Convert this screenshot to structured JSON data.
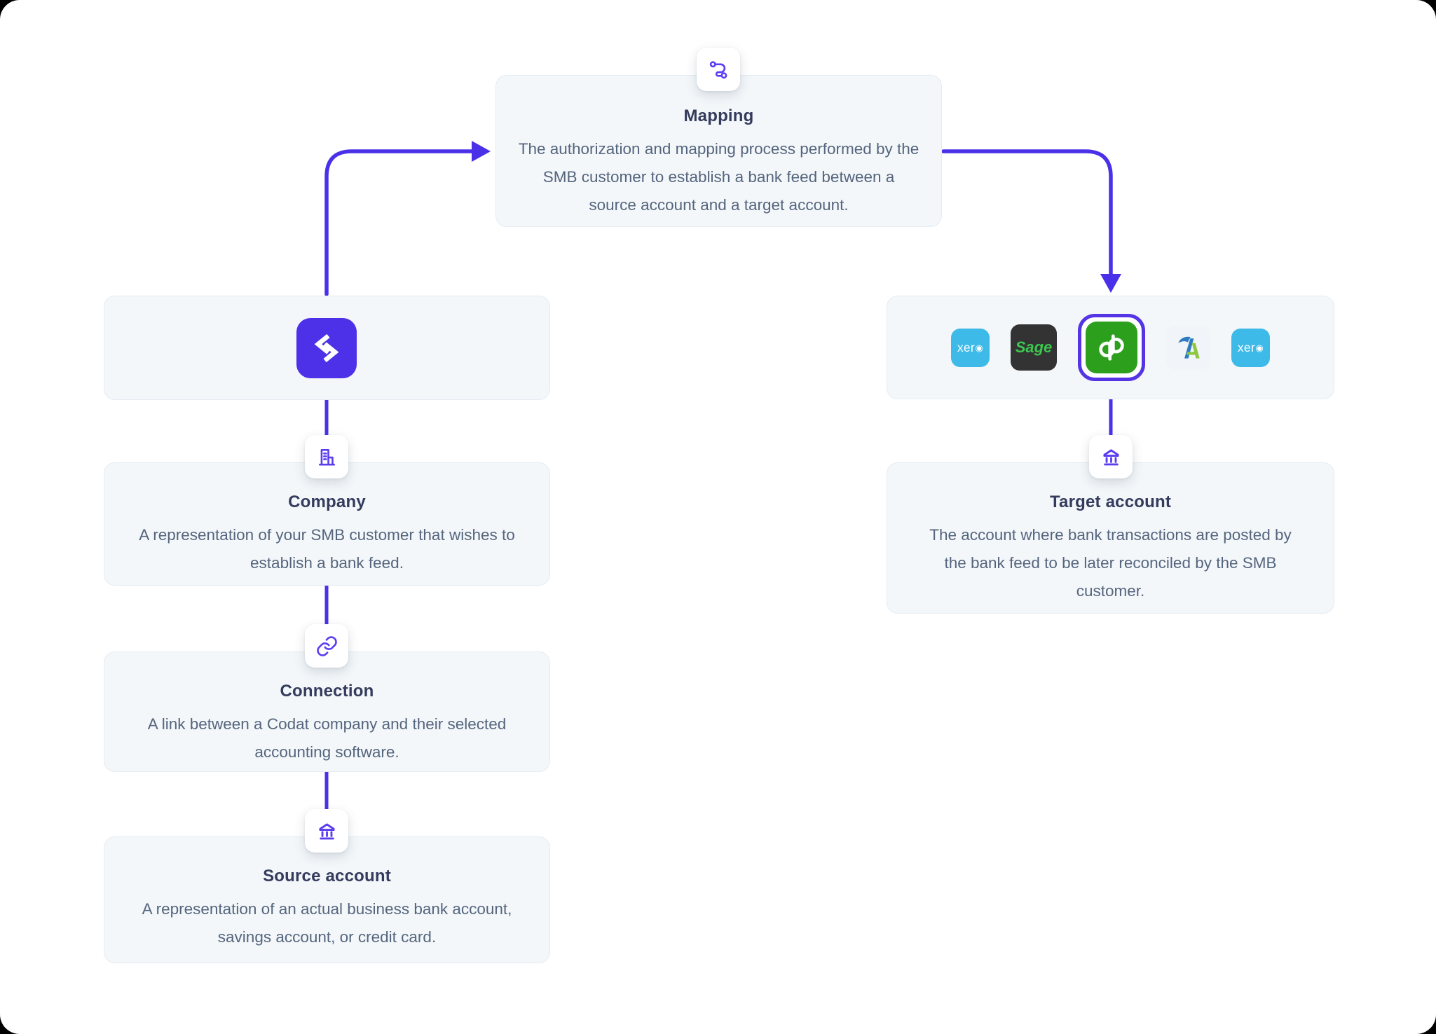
{
  "diagram": {
    "colors": {
      "accent_purple": "#4A31E9",
      "icon_purple": "#5B3DF1",
      "codat_purple": "#4D31E8",
      "card_bg": "#F3F7FA",
      "card_border": "#E4ECF3",
      "title_color": "#343B5C",
      "body_color": "#55657D",
      "xero_blue": "#3DBAE8",
      "sage_dark": "#333333",
      "sage_green": "#3BC84F",
      "quickbooks_green": "#2CA01C",
      "quickbooks_ring": "#5434E4",
      "freeagent_blue": "#2E7BBF",
      "freeagent_green": "#8DC63F"
    },
    "nodes": {
      "mapping": {
        "title": "Mapping",
        "description": "The authorization and mapping process performed by the SMB customer to establish a bank feed between a source account and a target account.",
        "icon": "route-icon"
      },
      "codat": {
        "logo": "Codat"
      },
      "company": {
        "title": "Company",
        "description": "A representation of your SMB customer that wishes to establish a bank feed.",
        "icon": "building-icon"
      },
      "connection": {
        "title": "Connection",
        "description": "A link between a Codat company and their selected accounting software.",
        "icon": "link-icon"
      },
      "source_account": {
        "title": "Source account",
        "description": "A representation of an actual business bank account, savings account, or credit card.",
        "icon": "bank-icon"
      },
      "target_account": {
        "title": "Target account",
        "description": "The account where bank transactions are posted by the bank feed to be later reconciled by the SMB customer.",
        "icon": "bank-icon"
      },
      "integrations": {
        "logos": [
          {
            "name": "Xero",
            "label": "xer",
            "o_mark": "◉"
          },
          {
            "name": "Sage",
            "label": "Sage"
          },
          {
            "name": "QuickBooks",
            "label": "qb",
            "selected": true
          },
          {
            "name": "FreeAgent",
            "label": ""
          },
          {
            "name": "Xero",
            "label": "xer",
            "o_mark": "◉"
          }
        ]
      }
    }
  }
}
